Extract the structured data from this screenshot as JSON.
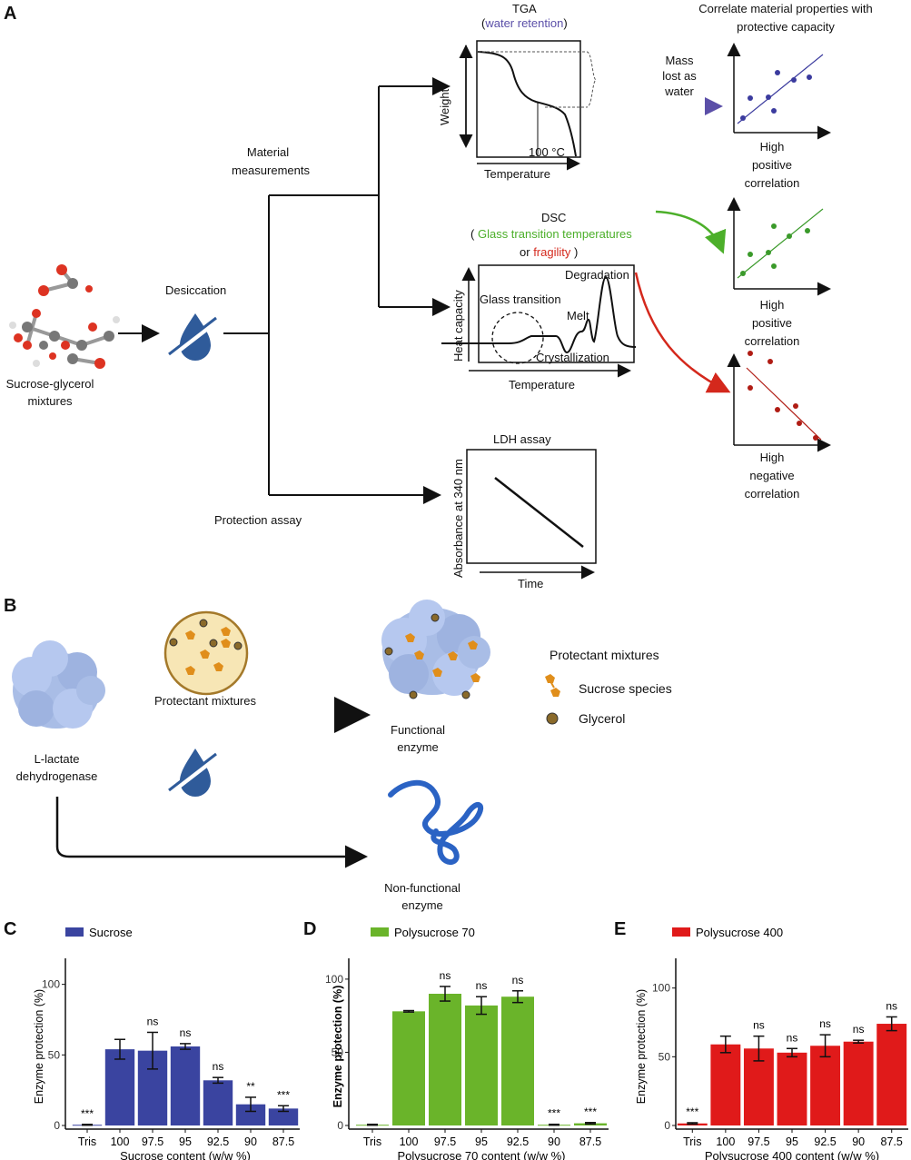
{
  "panel_a": {
    "letter": "A",
    "input_label_line1": "Sucrose-glycerol",
    "input_label_line2": "mixtures",
    "desiccation": "Desiccation",
    "material_measurements_line1": "Material",
    "material_measurements_line2": "measurements",
    "protection_assay": "Protection assay",
    "tga": {
      "title": "TGA",
      "subtitle_open": "(",
      "subtitle": "water retention",
      "subtitle_close": ")",
      "ylabel": "Weight",
      "xlabel": "Temperature",
      "marker": "100 °C",
      "subtitle_color": "#5b4fa8"
    },
    "mass_lost_line1": "Mass",
    "mass_lost_line2": "lost as",
    "mass_lost_line3": "water",
    "correlate_line1": "Correlate material properties with",
    "correlate_line2": "protective capacity",
    "dsc": {
      "title": "DSC",
      "open": "(",
      "glass_label": "Glass transition temperatures",
      "or": "or",
      "fragility": "fragility",
      "close": ")",
      "ylabel": "Heat capacity",
      "xlabel": "Temperature",
      "degradation": "Degradation",
      "glass_transition": "Glass transition",
      "melt": "Melt",
      "crystallization": "Crystallization",
      "green": "#4caf2a",
      "red": "#d4281c"
    },
    "ldh": {
      "title": "LDH assay",
      "ylabel": "Absorbance at 340 nm",
      "xlabel": "Time"
    },
    "corr1": {
      "line1": "High",
      "line2": "positive",
      "line3": "correlation",
      "color": "#3b3b9e"
    },
    "corr2": {
      "line1": "High",
      "line2": "positive",
      "line3": "correlation",
      "color": "#3a9a2a"
    },
    "corr3": {
      "line1": "High",
      "line2": "negative",
      "line3": "correlation",
      "color": "#b01c14"
    }
  },
  "panel_b": {
    "letter": "B",
    "enzyme_line1": "L-lactate",
    "enzyme_line2": "dehydrogenase",
    "protectant_mixtures": "Protectant mixtures",
    "functional_line1": "Functional",
    "functional_line2": "enzyme",
    "nonfunctional_line1": "Non-functional",
    "nonfunctional_line2": "enzyme",
    "legend_title": "Protectant mixtures",
    "legend_sucrose": "Sucrose species",
    "legend_glycerol": "Glycerol",
    "sucrose_color": "#e08e1b",
    "glycerol_color": "#8a6a2a"
  },
  "chart_data": [
    {
      "type": "bar",
      "panel": "C",
      "legend": "Sucrose",
      "color": "#3a44a0",
      "categories": [
        "Tris",
        "100",
        "97.5",
        "95",
        "92.5",
        "90",
        "87.5"
      ],
      "values": [
        0.5,
        54,
        53,
        56,
        32,
        15,
        12
      ],
      "errors": [
        0.3,
        7,
        13,
        2,
        2,
        5,
        2
      ],
      "significance": [
        "***",
        "",
        "ns",
        "ns",
        "ns",
        "**",
        "***"
      ],
      "xlabel": "Sucrose content (w/w %)",
      "ylabel": "Enzyme protection (%)",
      "yticks": [
        "0",
        "50",
        "100"
      ],
      "ylim": [
        0,
        112
      ]
    },
    {
      "type": "bar",
      "panel": "D",
      "legend": "Polysucrose 70",
      "color": "#6ab42a",
      "categories": [
        "Tris",
        "100",
        "97.5",
        "95",
        "92.5",
        "90",
        "87.5"
      ],
      "values": [
        0.5,
        78,
        90,
        82,
        88,
        0.5,
        1.5
      ],
      "errors": [
        0.3,
        0.5,
        5,
        6,
        4,
        0.3,
        0.5
      ],
      "significance": [
        "",
        "",
        "ns",
        "ns",
        "ns",
        "***",
        "***"
      ],
      "xlabel": "Polysucrose 70 content (w/w %)",
      "ylabel": "Enzyme protection (%)",
      "yticks": [
        "0",
        "50",
        "100"
      ],
      "ylim": [
        0,
        108
      ]
    },
    {
      "type": "bar",
      "panel": "E",
      "legend": "Polysucrose 400",
      "color": "#e01a1a",
      "categories": [
        "Tris",
        "100",
        "97.5",
        "95",
        "92.5",
        "90",
        "87.5"
      ],
      "values": [
        1.5,
        59,
        56,
        53,
        58,
        61,
        74
      ],
      "errors": [
        0.5,
        6,
        9,
        3,
        8,
        1,
        5
      ],
      "significance": [
        "***",
        "",
        "ns",
        "ns",
        "ns",
        "ns",
        "ns"
      ],
      "xlabel": "Polysucrose 400 content (w/w %)",
      "ylabel": "Enzyme protection (%)",
      "yticks": [
        "0",
        "50",
        "100"
      ],
      "ylim": [
        0,
        115
      ]
    }
  ],
  "panel_letters": {
    "c": "C",
    "d": "D",
    "e": "E"
  }
}
